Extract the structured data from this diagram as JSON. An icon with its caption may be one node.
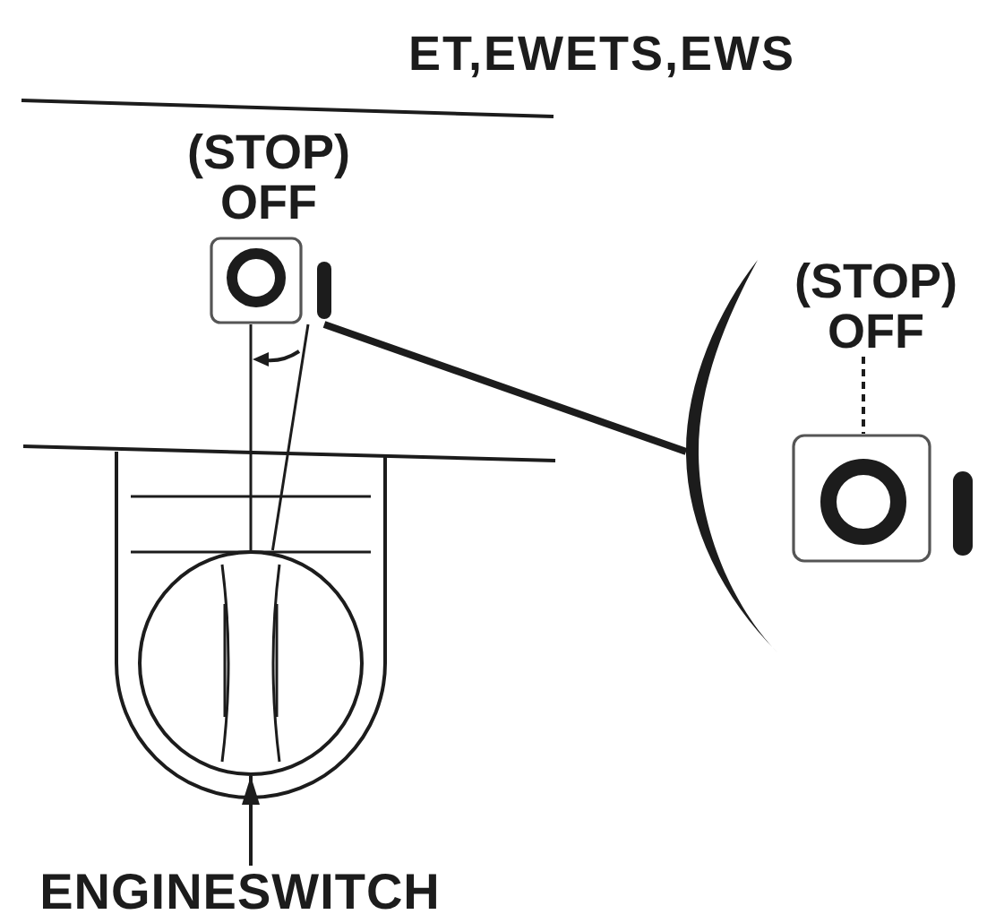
{
  "diagram": {
    "title": "ET,EWETS,EWS",
    "nodes": [
      {
        "text": [],
        "shape": "box",
        "beside": [
          "(STOP) OFF"
        ]
      },
      {
        "text": [],
        "shape": "arc"
      },
      {
        "text": [
          "(STOP) OFF"
        ]
      },
      {
        "text": [],
        "shape": "box"
      },
      {
        "text": [],
        "shape": "circle"
      },
      {
        "text": [
          "ENGINESWITCH"
        ]
      }
    ],
    "edges": [
      {
        "from": 0,
        "to": 4,
        "arrow": "none"
      },
      {
        "from": 0,
        "to": 4,
        "arrow": "none"
      },
      {
        "from": 0,
        "to": 1,
        "arrow": "none",
        "style": "thick"
      },
      {
        "from": 2,
        "to": 3,
        "arrow": "none",
        "style": "dashed"
      },
      {
        "from": 5,
        "to": 4,
        "arrow": "to"
      }
    ]
  }
}
